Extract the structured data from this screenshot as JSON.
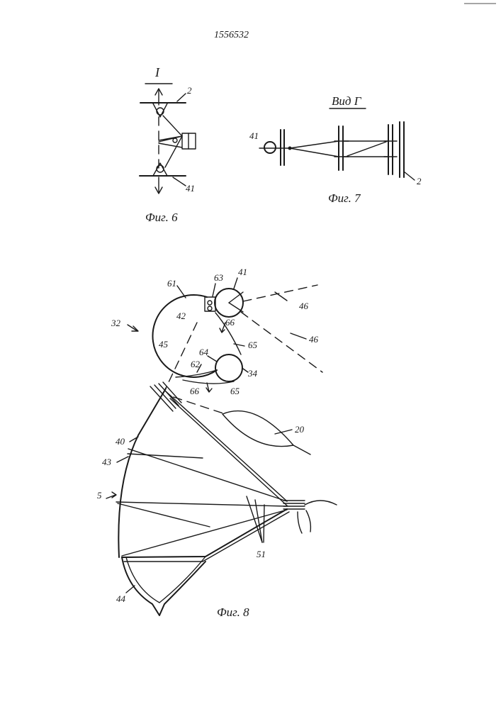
{
  "doc_number": "1556532",
  "top_right_mark": "",
  "fig6": {
    "section_label": "I",
    "callouts": [
      "2",
      "41"
    ],
    "caption": "Фиг. 6"
  },
  "fig7": {
    "view_label": "Вид Г",
    "callouts": [
      "41",
      "2"
    ],
    "caption": "Фиг. 7"
  },
  "fig8": {
    "callouts": {
      "n41": "41",
      "n63": "63",
      "n61": "61",
      "n46a": "46",
      "n42": "42",
      "n32": "32",
      "n66a": "66",
      "n45": "45",
      "n65a": "65",
      "n64": "64",
      "n46b": "46",
      "n62": "62",
      "n34": "34",
      "n66b": "66",
      "n65b": "65",
      "n20": "20",
      "n40": "40",
      "n43": "43",
      "n5": "5",
      "n51": "51",
      "n44": "44"
    },
    "caption": "Фиг. 8"
  },
  "colors": {
    "ink": "#1a1a1a",
    "paper": "#ffffff"
  }
}
